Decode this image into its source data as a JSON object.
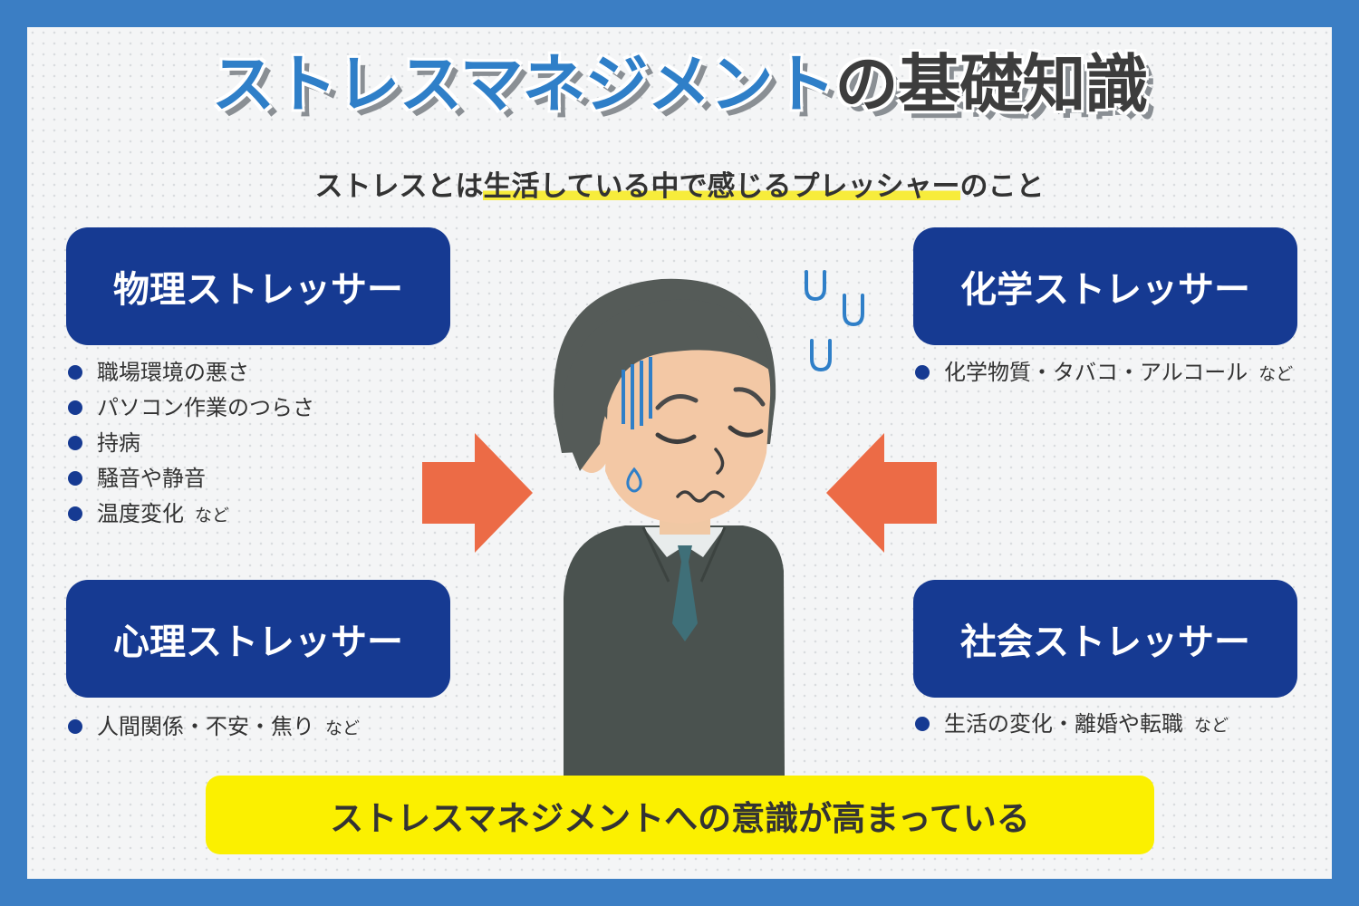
{
  "title": {
    "accent": "ストレスマネジメント",
    "rest": "の基礎知識"
  },
  "subtitle": {
    "pre": "ストレスとは",
    "highlight": "生活している中で感じるプレッシャー",
    "post": "のこと"
  },
  "categories": {
    "physical": {
      "label": "物理ストレッサー",
      "items": [
        "職場環境の悪さ",
        "パソコン作業のつらさ",
        "持病",
        "騒音や静音",
        "温度変化"
      ],
      "suffix": "など"
    },
    "chemical": {
      "label": "化学ストレッサー",
      "items": [
        "化学物質・タバコ・アルコール"
      ],
      "suffix": "など"
    },
    "psychological": {
      "label": "心理ストレッサー",
      "items": [
        "人間関係・不安・焦り"
      ],
      "suffix": "など"
    },
    "social": {
      "label": "社会ストレッサー",
      "items": [
        "生活の変化・離婚や転職"
      ],
      "suffix": "など"
    }
  },
  "banner": "ストレスマネジメントへの意識が高まっている",
  "colors": {
    "frame": "#3b7ec4",
    "category_box": "#163a92",
    "arrow": "#ec6b46",
    "banner": "#fbf000",
    "title_accent": "#2f7fc8"
  },
  "icons": {
    "arrows": "arrow-pointing-inward",
    "figure": "stressed-businessman-illustration",
    "sweat": "sweat-drop-icon"
  }
}
